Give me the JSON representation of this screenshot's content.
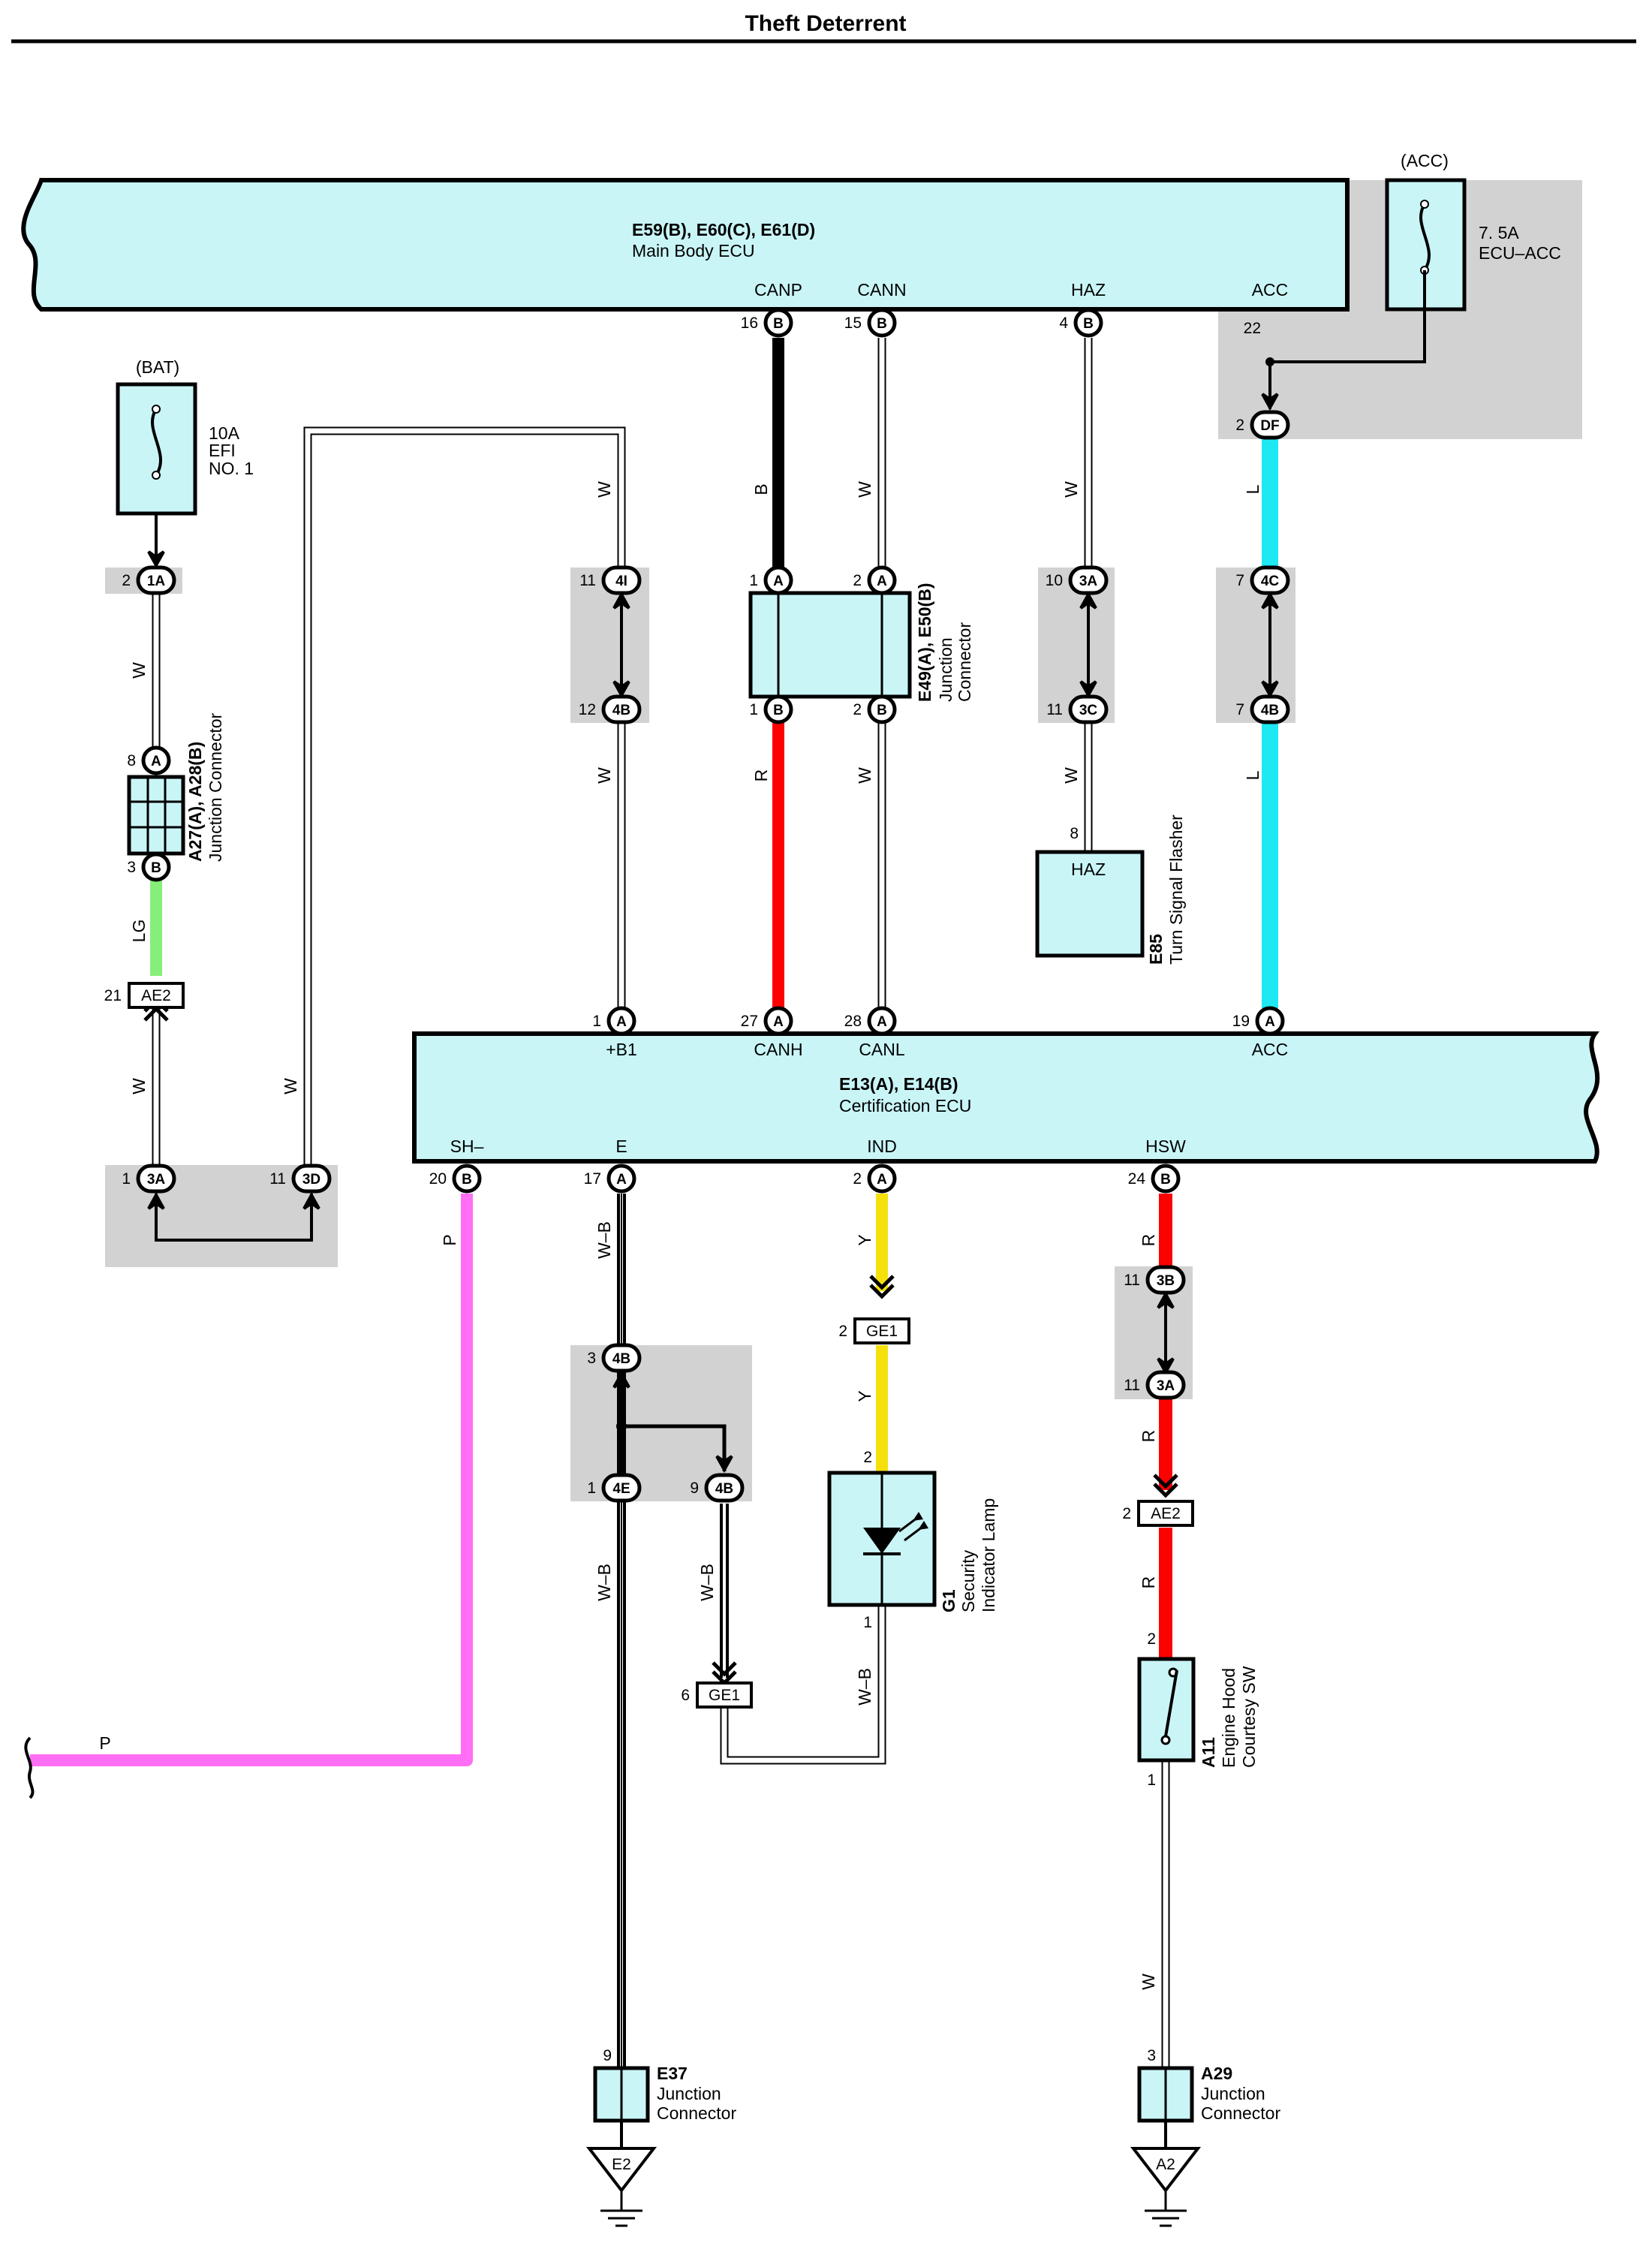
{
  "page_title": "Theft Deterrent",
  "colors": {
    "ecu_fill": "#c9f5f7",
    "shade": "#d2d2d2",
    "wire_black": "#000000",
    "wire_red": "#ff0000",
    "wire_white": "#ffffff",
    "wire_blue": "#1ee8f2",
    "wire_green": "#86ef7a",
    "wire_pink": "#ff6ef5",
    "wire_yellow": "#f5e00c"
  },
  "components": {
    "main_body_ecu": {
      "codes": "E59(B), E60(C), E61(D)",
      "name": "Main Body ECU",
      "terms": {
        "canp": "CANP",
        "cann": "CANN",
        "haz": "HAZ",
        "acc": "ACC"
      }
    },
    "fuse_acc": {
      "group": "(ACC)",
      "rating": "7. 5A",
      "name": "ECU–ACC"
    },
    "fuse_bat": {
      "group": "(BAT)",
      "rating": "10A",
      "name1": "EFI",
      "name2": "NO. 1"
    },
    "jc_e49": {
      "code": "E49(A), E50(B)",
      "name1": "Junction",
      "name2": "Connector"
    },
    "jc_a27": {
      "code": "A27(A), A28(B)",
      "name": "Junction Connector"
    },
    "flasher": {
      "code": "E85",
      "name": "Turn Signal Flasher",
      "term": "HAZ"
    },
    "cert_ecu": {
      "codes": "E13(A), E14(B)",
      "name": "Certification ECU",
      "terms": {
        "b1": "+B1",
        "canh": "CANH",
        "canl": "CANL",
        "acc": "ACC",
        "sh": "SH–",
        "e": "E",
        "ind": "IND",
        "hsw": "HSW"
      }
    },
    "lamp": {
      "code": "G1",
      "name1": "Security",
      "name2": "Indicator Lamp"
    },
    "hood_sw": {
      "code": "A11",
      "name1": "Engine Hood",
      "name2": "Courtesy SW"
    },
    "jc_e37": {
      "code": "E37",
      "name1": "Junction",
      "name2": "Connector"
    },
    "jc_a29": {
      "code": "A29",
      "name1": "Junction",
      "name2": "Connector"
    },
    "ground_e2": "E2",
    "ground_a2": "A2"
  },
  "pins": {
    "p16": "16",
    "pB_canp": "B",
    "p15": "15",
    "pB_cann": "B",
    "p4": "4",
    "pB_haz": "B",
    "p22": "22",
    "p2_df": "2",
    "c_df": "DF",
    "p2_1a": "2",
    "c_1a": "1A",
    "p11_4i": "11",
    "c_4i": "4I",
    "p12_4b": "12",
    "c_4b_top": "4B",
    "p1_e49a": "1",
    "c_e49a": "A",
    "p2_e49a": "2",
    "c_e49a2": "A",
    "p1_e49b": "1",
    "c_e49b": "B",
    "p2_e49b": "2",
    "c_e49b2": "B",
    "p10_3a": "10",
    "c_3a_haz": "3A",
    "p11_3c": "11",
    "c_3c": "3C",
    "p7_4c": "7",
    "c_4c": "4C",
    "p7_4b": "7",
    "c_4b_acc": "4B",
    "p8_a": "8",
    "c_a27a": "A",
    "p3_b": "3",
    "c_a28b": "B",
    "p8_haz": "8",
    "p21": "21",
    "c_ae2_top": "AE2",
    "p1_cert": "1",
    "c_cert_1": "A",
    "p27": "27",
    "c_cert_27": "A",
    "p28": "28",
    "c_cert_28": "A",
    "p19": "19",
    "c_cert_19": "A",
    "p1_3a": "1",
    "c_3a_bat": "3A",
    "p11_3d": "11",
    "c_3d": "3D",
    "p20": "20",
    "c_cert_20": "B",
    "p17": "17",
    "c_cert_17": "A",
    "p2_ind": "2",
    "c_cert_2": "A",
    "p24": "24",
    "c_cert_24": "B",
    "p2_ge1": "2",
    "c_ge1_top": "GE1",
    "p11_3b": "11",
    "c_3b": "3B",
    "p11_3a": "11",
    "c_3a_hsw": "3A",
    "p3_4b": "3",
    "c_4b_e": "4B",
    "p1_4e": "1",
    "c_4e": "4E",
    "p9_4b": "9",
    "c_4b_9": "4B",
    "p2_lamp": "2",
    "p1_lamp": "1",
    "p2_ae2": "2",
    "c_ae2_bot": "AE2",
    "p2_sw": "2",
    "p1_sw": "1",
    "p6_ge1": "6",
    "c_ge1_bot": "GE1",
    "p9_e37": "9",
    "p3_a29": "3"
  },
  "wires": {
    "canp_top": "B",
    "cann_top": "W",
    "haz_top": "W",
    "acc_top": "L",
    "bat_1": "W",
    "b1_top": "W",
    "b1_mid": "W",
    "canh": "R",
    "canl": "W",
    "haz_bot": "W",
    "acc_bot": "L",
    "bat_lg": "LG",
    "bat_3": "W",
    "loop_w": "W",
    "sh": "P",
    "sh_end": "P",
    "e_top": "W–B",
    "ind_top": "Y",
    "hsw_top": "R",
    "ind_mid": "Y",
    "hsw_mid": "R",
    "e_bot": "W–B",
    "e_branch": "W–B",
    "lamp_gnd": "W–B",
    "hsw_bot": "R",
    "sw_gnd": "W"
  }
}
